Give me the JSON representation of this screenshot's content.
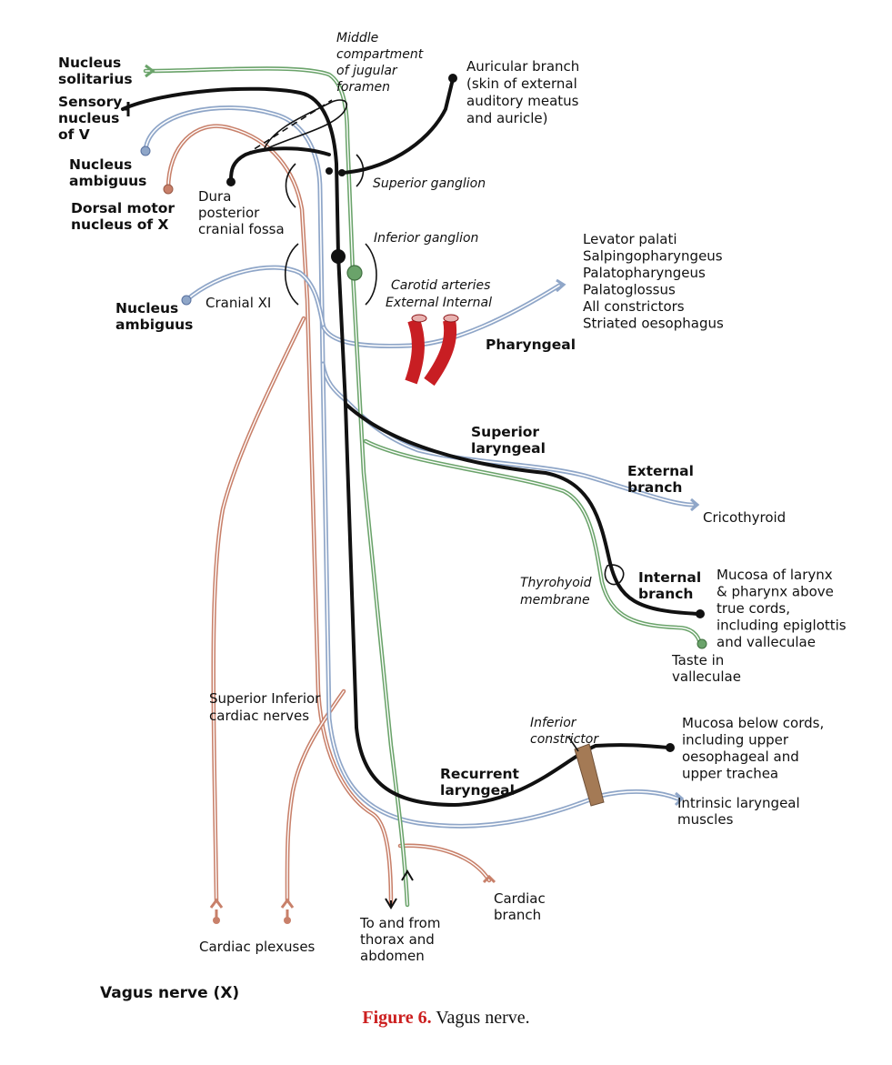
{
  "diagram": {
    "title": "Vagus nerve (X)",
    "colors": {
      "motor_nerve": "#8fa6c8",
      "sensory_nerve": "#6aa36a",
      "parasympathetic_nerve": "#c8806a",
      "somatic_sensory_nerve": "#111111",
      "carotid_arteries": "#c81e23",
      "inferior_constrictor": "#a47a55"
    },
    "nuclei": {
      "solitarius": [
        "Nucleus",
        "solitarius"
      ],
      "sensory_v": [
        "Sensory",
        "nucleus",
        "of V"
      ],
      "ambiguus_top": [
        "Nucleus",
        "ambiguus"
      ],
      "dorsal_motor": [
        "Dorsal motor",
        "nucleus of X"
      ],
      "ambiguus_cranial": [
        "Nucleus",
        "ambiguus"
      ]
    },
    "jugular": [
      "Middle",
      "compartment",
      "of jugular",
      "foramen"
    ],
    "auricular": [
      "Auricular branch",
      "(skin of external",
      "auditory meatus",
      "and auricle)"
    ],
    "dura": [
      "Dura",
      "posterior",
      "cranial fossa"
    ],
    "superior_ganglion": "Superior ganglion",
    "inferior_ganglion": "Inferior ganglion",
    "pharyngeal_targets": [
      "Levator palati",
      "Salpingopharyngeus",
      "Palatopharyngeus",
      "Palatoglossus",
      "All constrictors",
      "Striated oesophagus"
    ],
    "carotid": [
      "Carotid arteries",
      "External  Internal"
    ],
    "cranial_xi": "Cranial XI",
    "pharyngeal": "Pharyngeal",
    "superior_laryngeal": [
      "Superior",
      "laryngeal"
    ],
    "external_branch": [
      "External",
      "branch"
    ],
    "cricothyroid": "Cricothyroid",
    "thyrohyoid": [
      "Thyrohyoid",
      "membrane"
    ],
    "internal_branch": [
      "Internal",
      "branch"
    ],
    "mucosa_larynx": [
      "Mucosa of larynx",
      "& pharynx above",
      "true cords,",
      "including epiglottis",
      "and valleculae"
    ],
    "taste": [
      "Taste in",
      "valleculae"
    ],
    "cardiac_nerves": [
      "Superior  Inferior",
      "cardiac nerves"
    ],
    "inferior_constrictor": [
      "Inferior",
      "constrictor"
    ],
    "mucosa_cords": [
      "Mucosa below cords,",
      "including upper",
      "oesophageal and",
      "upper trachea"
    ],
    "recurrent_laryngeal": [
      "Recurrent",
      "laryngeal"
    ],
    "intrinsic": [
      "Intrinsic laryngeal",
      "muscles"
    ],
    "cardiac_branch": [
      "Cardiac",
      "branch"
    ],
    "to_from": [
      "To and from",
      "thorax and",
      "abdomen"
    ],
    "cardiac_plexuses": "Cardiac plexuses"
  },
  "caption": {
    "label": "Figure 6.",
    "text": " Vagus nerve."
  }
}
